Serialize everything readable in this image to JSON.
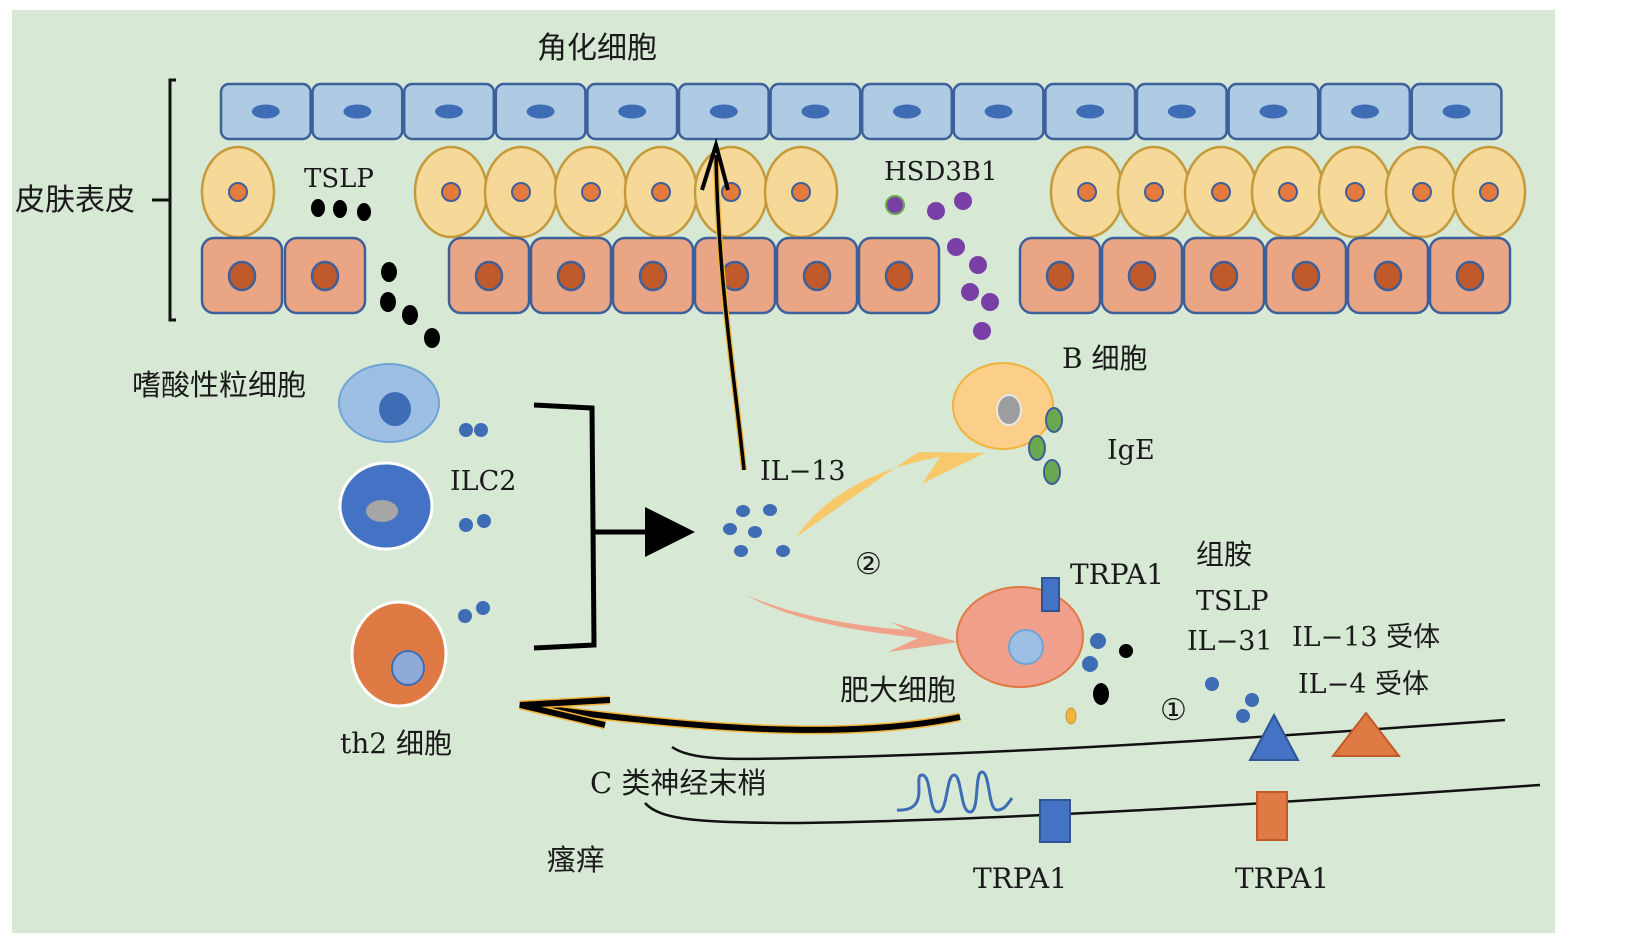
{
  "title": "角化细胞",
  "labels": {
    "epidermis": "皮肤表皮",
    "tslp_top": "TSLP",
    "hsd3b1": "HSD3B1",
    "eosinophil": "嗜酸性粒细胞",
    "ilc2": "ILC2",
    "th2": "th2 细胞",
    "il13": "IL−13",
    "b_cell": "B 细胞",
    "ige": "IgE",
    "circle2": "②",
    "trpa1_mast": "TRPA1",
    "histamine": "组胺",
    "tslp_mast": "TSLP",
    "il31": "IL−31",
    "il13_receptor": "IL−13 受体",
    "il4_receptor": "IL−4 受体",
    "mast_cell": "肥大细胞",
    "circle1": "①",
    "c_nerve": "C 类神经末梢",
    "itch": "瘙痒",
    "trpa1_nerve_blue": "TRPA1",
    "trpa1_nerve_orange": "TRPA1"
  },
  "layers": {
    "stratum_corneum": {
      "cell_count": 14,
      "fill": "#aecbe3",
      "stroke": "#3d5f9a",
      "nucleus": "#3e6db5"
    },
    "granular": {
      "cell_count_left": 1,
      "cell_count_mid": 6,
      "cell_count_right": 7,
      "fill": "#f6d898",
      "stroke": "#c49a3a",
      "nucleus": "#e57a3e"
    },
    "basal": {
      "cell_count_left": 2,
      "cell_count_mid": 6,
      "cell_count_right": 6,
      "fill": "#eaa584",
      "stroke": "#3d5f9a",
      "nucleus": "#c05a2a"
    }
  },
  "colors": {
    "background": "#d7e9d4",
    "eosinophil": "#9dbfe3",
    "ilc2": "#4472c4",
    "th2": "#e07a44",
    "cytokine_dot": "#3e6db5",
    "hsd3b1_dot": "#7a3fa6",
    "tslp_dot": "#000000",
    "b_cell": "#fbcf8a",
    "ige": "#6aa84f",
    "mast_cell": "#f0a08a",
    "yellow_arrow": "#f7c96a",
    "pink_arrow": "#efa38a",
    "receptor_blue": "#4472c4",
    "receptor_orange": "#e07a44"
  }
}
